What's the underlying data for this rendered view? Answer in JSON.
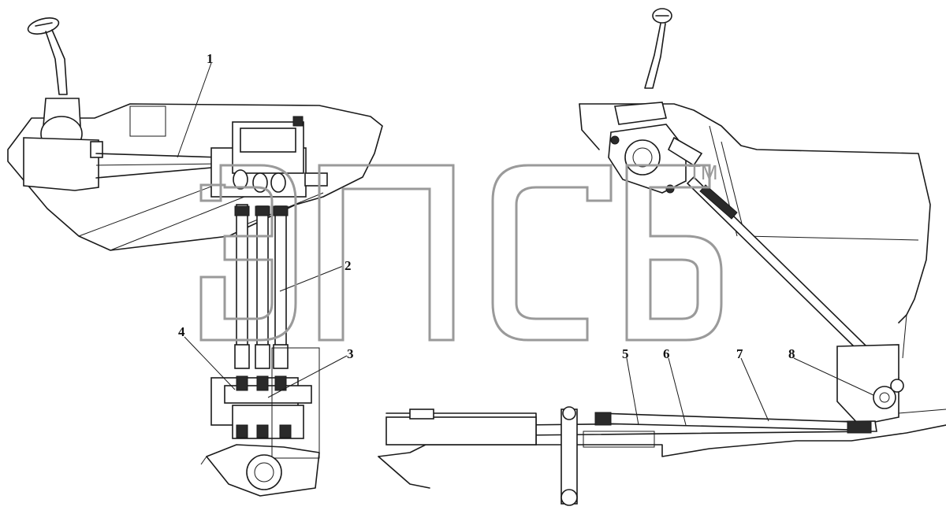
{
  "callouts": [
    {
      "id": "1",
      "text": "1"
    },
    {
      "id": "2",
      "text": "2"
    },
    {
      "id": "3",
      "text": "3"
    },
    {
      "id": "4",
      "text": "4"
    },
    {
      "id": "5",
      "text": "5"
    },
    {
      "id": "6",
      "text": "6"
    },
    {
      "id": "7",
      "text": "7"
    },
    {
      "id": "8",
      "text": "8"
    }
  ],
  "watermark": {
    "text": "ЭПСБ",
    "trademark": "TM"
  }
}
